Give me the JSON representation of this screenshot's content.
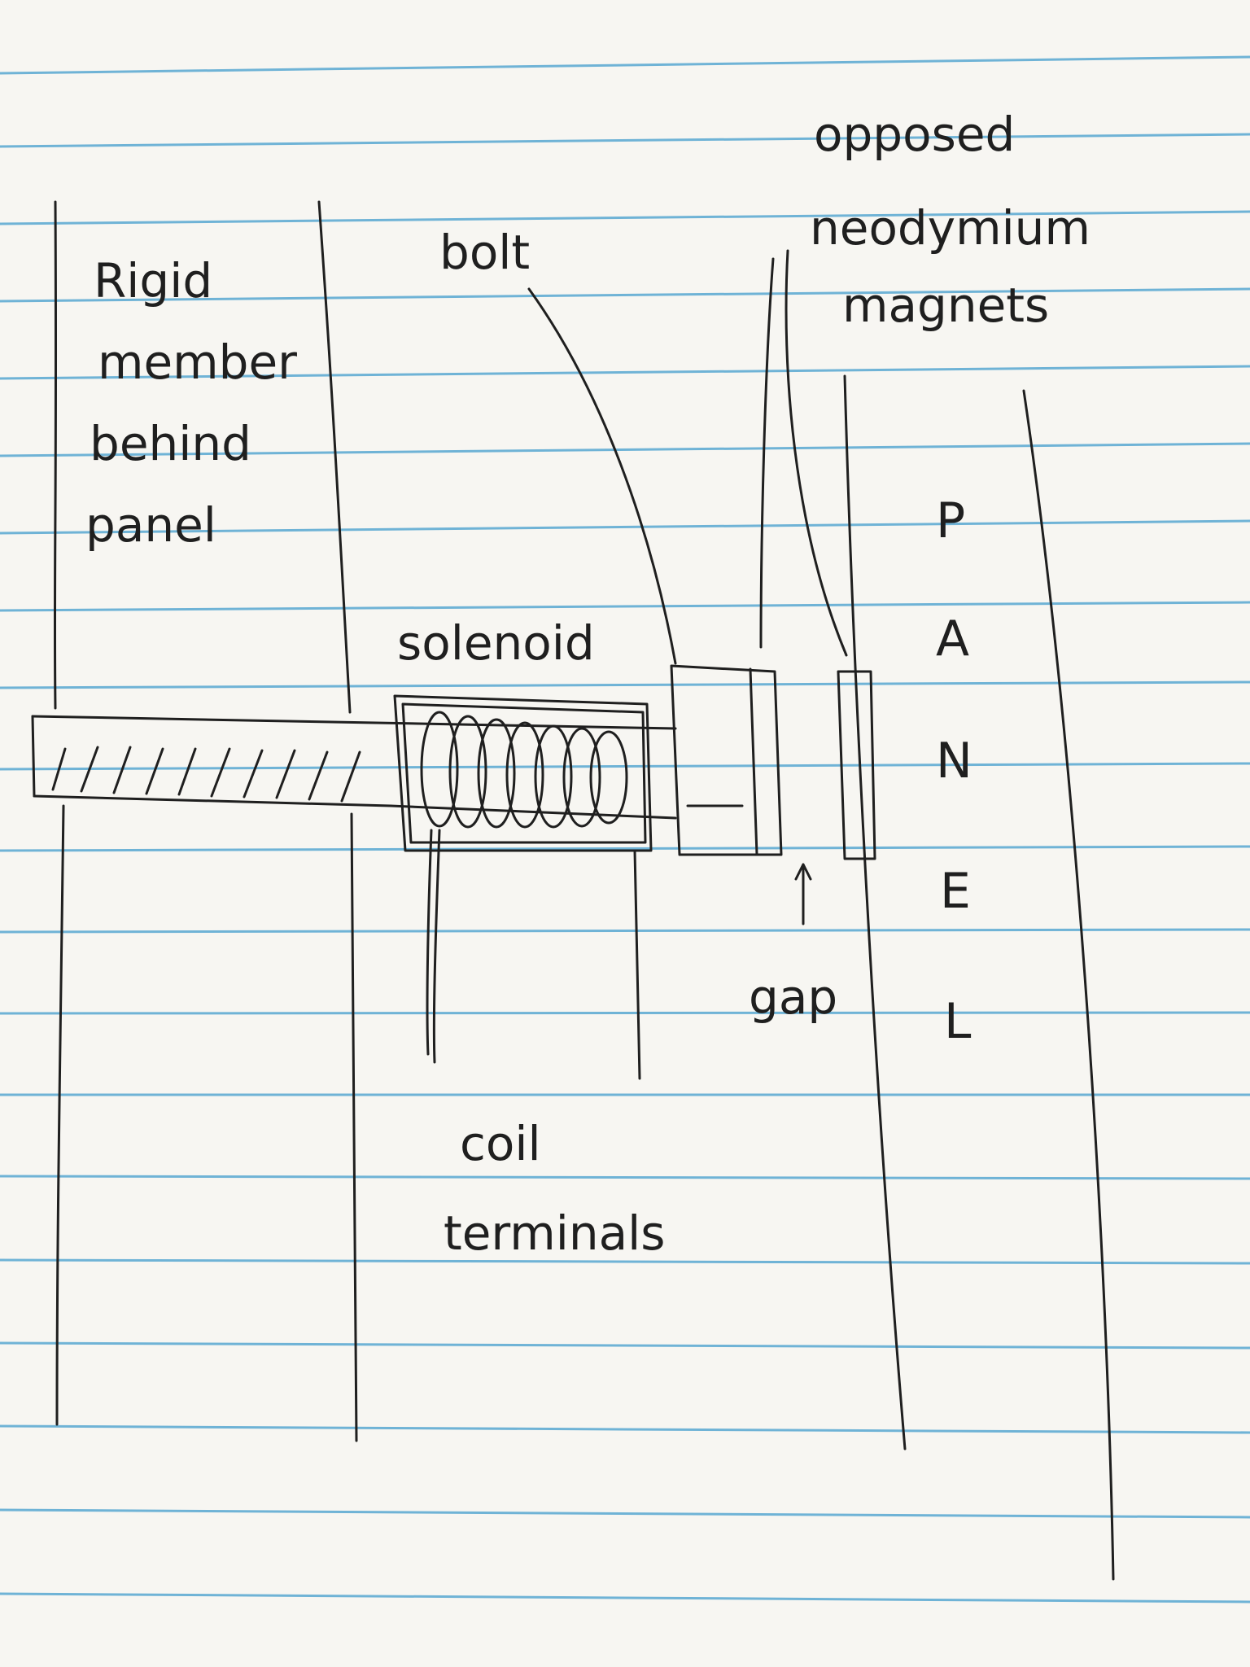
{
  "labels": {
    "rigid_member": [
      "Rigid",
      "member",
      "behind",
      "panel"
    ],
    "bolt": "bolt",
    "magnets": [
      "opposed",
      "neodymium",
      "magnets"
    ],
    "solenoid": "solenoid",
    "gap": "gap",
    "coil_terminals": [
      "coil",
      "terminals"
    ],
    "panel": [
      "P",
      "A",
      "N",
      "E",
      "L"
    ]
  },
  "colors": {
    "paper": "#f7f6f2",
    "rule_line": "#6fb3d6",
    "ink": "#1f1f1f"
  }
}
